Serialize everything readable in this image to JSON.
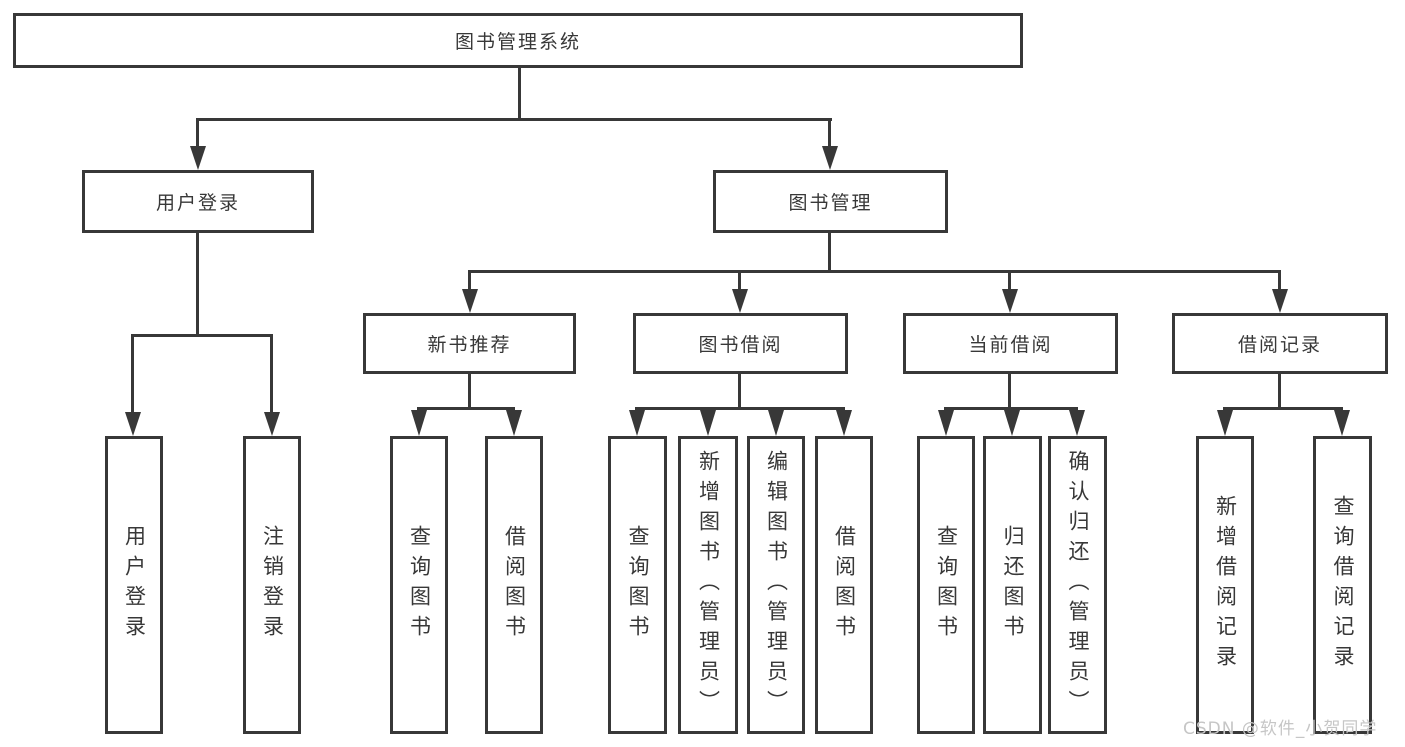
{
  "diagram": {
    "tree": {
      "root": {
        "label": "图书管理系统"
      },
      "branches": [
        {
          "label": "用户登录",
          "children": [
            {
              "label": "用户登录"
            },
            {
              "label": "注销登录"
            }
          ]
        },
        {
          "label": "图书管理",
          "groups": [
            {
              "label": "新书推荐",
              "children": [
                {
                  "label": "查询图书"
                },
                {
                  "label": "借阅图书"
                }
              ]
            },
            {
              "label": "图书借阅",
              "children": [
                {
                  "label": "查询图书"
                },
                {
                  "label": "新增图书（管理员）"
                },
                {
                  "label": "编辑图书（管理员）"
                },
                {
                  "label": "借阅图书"
                }
              ]
            },
            {
              "label": "当前借阅",
              "children": [
                {
                  "label": "查询图书"
                },
                {
                  "label": "归还图书"
                },
                {
                  "label": "确认归还（管理员）"
                }
              ]
            },
            {
              "label": "借阅记录",
              "children": [
                {
                  "label": "新增借阅记录"
                },
                {
                  "label": "查询借阅记录"
                }
              ]
            }
          ]
        }
      ]
    },
    "watermark": {
      "text": "CSDN @软件_小贺同学"
    },
    "colors": {
      "line": "#383838",
      "background": "#ffffff",
      "watermark": "#c6c6c6"
    }
  }
}
